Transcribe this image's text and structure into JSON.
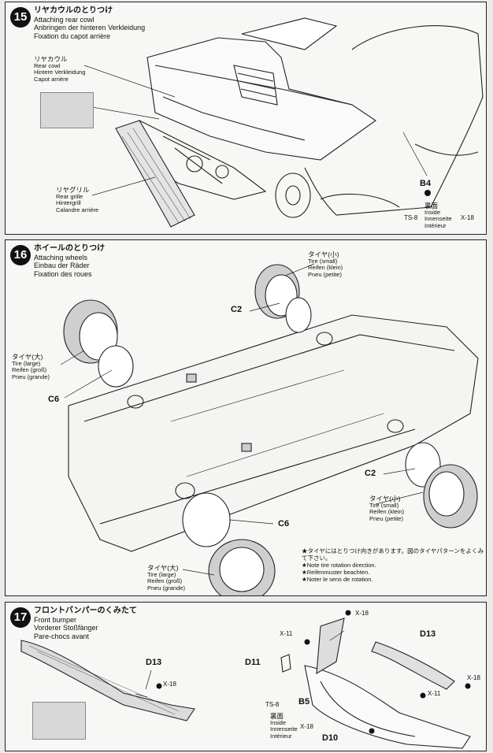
{
  "step15": {
    "number": "15",
    "title_jp": "リヤカウルのとりつけ",
    "title_en": "Attaching rear cowl",
    "title_de": "Anbringen der hinteren Verkleidung",
    "title_fr": "Fixation du capot arrière",
    "rear_cowl": {
      "jp": "リヤカウル",
      "en": "Rear cowl",
      "de": "Hintere Verkleidung",
      "fr": "Capot arrière"
    },
    "rear_grille": {
      "jp": "リヤグリル",
      "en": "Rear grille",
      "de": "Hintergrill",
      "fr": "Calandre arrière"
    },
    "part_b4": "B4",
    "reverse": {
      "jp": "裏面",
      "en": "Inside",
      "de": "Innenseite",
      "fr": "Intérieur"
    },
    "paint_ts8": "TS-8",
    "paint_x18": "X-18"
  },
  "step16": {
    "number": "16",
    "title_jp": "ホイールのとりつけ",
    "title_en": "Attaching wheels",
    "title_de": "Einbau der Räder",
    "title_fr": "Fixation des roues",
    "tire_small": {
      "jp": "タイヤ(小)",
      "en": "Tire (small)",
      "de": "Reifen (klein)",
      "fr": "Pneu (petite)"
    },
    "tire_large": {
      "jp": "タイヤ(大)",
      "en": "Tire (large)",
      "de": "Reifen (groß)",
      "fr": "Pneu (grande)"
    },
    "part_c2": "C2",
    "part_c6": "C6",
    "note_jp": "★タイヤにはとりつけ向きがあります。図のタイヤパターンをよくみて下さい。",
    "note_en": "★Note tire rotation direction.",
    "note_de": "★Reifenmuster beachten.",
    "note_fr": "★Noter le sens de rotation."
  },
  "step17": {
    "number": "17",
    "title_jp": "フロントバンパーのくみたて",
    "title_en": "Front bumper",
    "title_de": "Vorderer Stoßfänger",
    "title_fr": "Pare-chocs avant",
    "part_d13": "D13",
    "part_d11": "D11",
    "part_d10": "D10",
    "part_b5": "B5",
    "paint_x18": "X-18",
    "paint_x11": "X-11",
    "paint_ts8": "TS-8",
    "reverse": {
      "jp": "裏面",
      "en": "Inside",
      "de": "Innenseite",
      "fr": "Intérieur"
    }
  }
}
